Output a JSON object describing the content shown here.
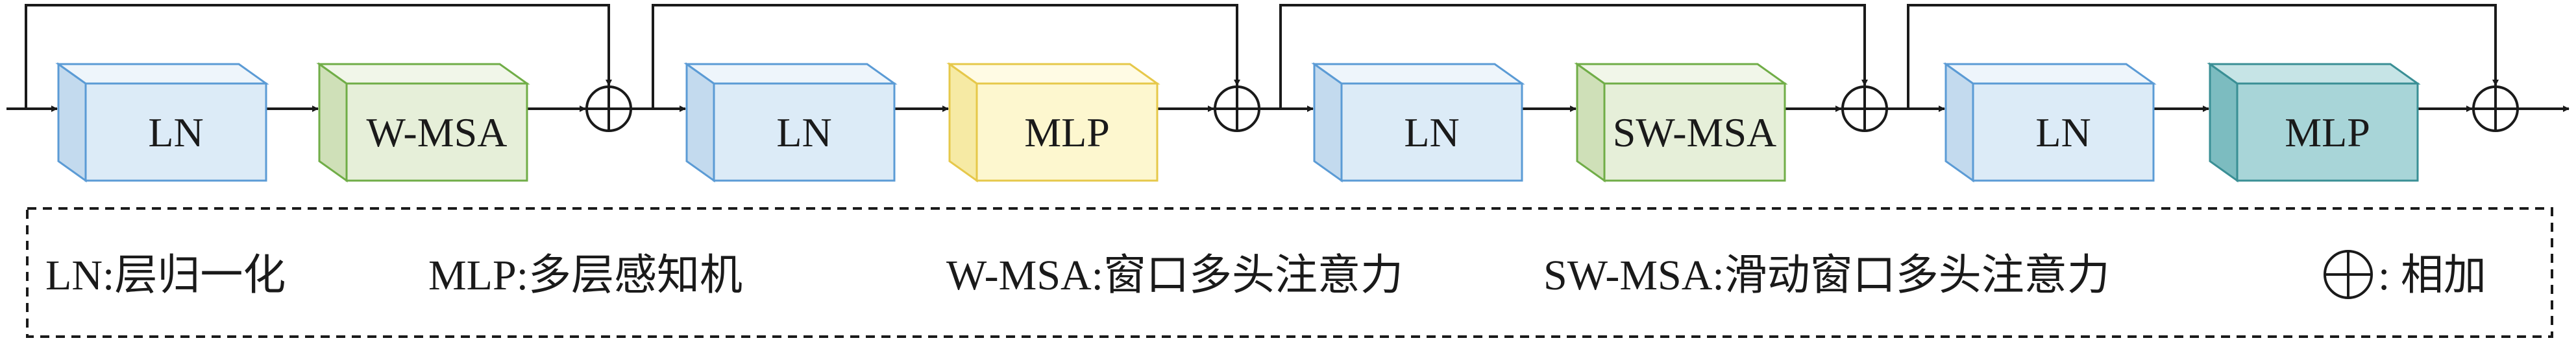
{
  "blocks": [
    {
      "id": "ln1",
      "label": "LN",
      "fill": "#dcebf7",
      "top": "#eef5fb",
      "side": "#c3daee",
      "stroke": "#5b9bd5"
    },
    {
      "id": "wmsa",
      "label": "W-MSA",
      "fill": "#e6efd9",
      "top": "#f1f6e9",
      "side": "#cfe0b8",
      "stroke": "#70ad47"
    },
    {
      "id": "ln2",
      "label": "LN",
      "fill": "#dcebf7",
      "top": "#eef5fb",
      "side": "#c3daee",
      "stroke": "#5b9bd5"
    },
    {
      "id": "mlp1",
      "label": "MLP",
      "fill": "#fdf7cf",
      "top": "#fffbe4",
      "side": "#f6eaa4",
      "stroke": "#e6c84a"
    },
    {
      "id": "ln3",
      "label": "LN",
      "fill": "#dcebf7",
      "top": "#eef5fb",
      "side": "#c3daee",
      "stroke": "#5b9bd5"
    },
    {
      "id": "swmsa",
      "label": "SW-MSA",
      "fill": "#e6efd9",
      "top": "#f1f6e9",
      "side": "#cfe0b8",
      "stroke": "#70ad47"
    },
    {
      "id": "ln4",
      "label": "LN",
      "fill": "#dcebf7",
      "top": "#eef5fb",
      "side": "#c3daee",
      "stroke": "#5b9bd5"
    },
    {
      "id": "mlp2",
      "label": "MLP",
      "fill": "#a8d5d8",
      "top": "#c6e4e6",
      "side": "#7cbcc0",
      "stroke": "#3a8f95"
    }
  ],
  "legend": {
    "ln": "LN:层归一化",
    "mlp": "MLP:多层感知机",
    "wmsa": "W-MSA:窗口多头注意力",
    "swmsa": "SW-MSA:滑动窗口多头注意力",
    "add": ": 相加"
  }
}
